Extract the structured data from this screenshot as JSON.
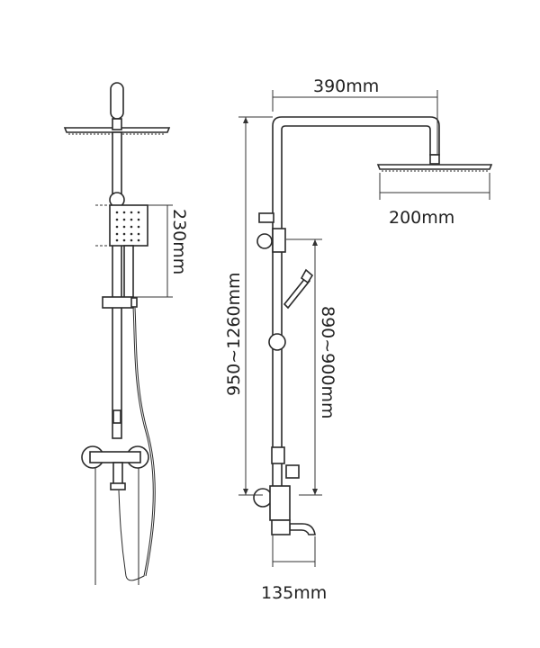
{
  "dimensions": {
    "arm_width": "390mm",
    "head_diameter": "200mm",
    "hand_shower_height": "230mm",
    "total_height": "950~1260mm",
    "slide_range": "890~900mm",
    "inlet_spacing": "135mm"
  }
}
